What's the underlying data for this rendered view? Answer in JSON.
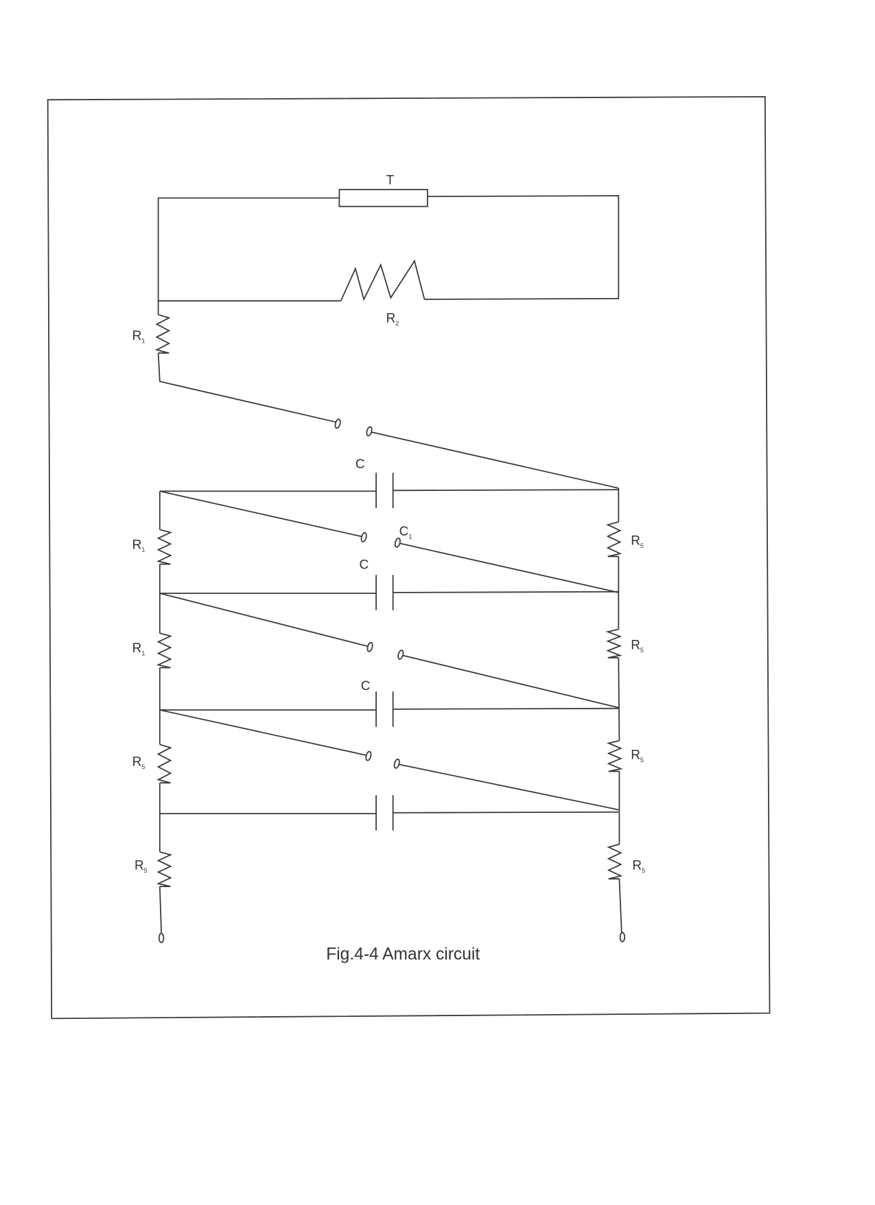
{
  "caption": "Fig.4-4 Amarx circuit",
  "labels": {
    "T": "T",
    "R": "R",
    "C": "C",
    "sub1": "1",
    "sub2": "2",
    "sub5": "5"
  },
  "colors": {
    "line": "#3a3a3a",
    "background": "#ffffff"
  }
}
